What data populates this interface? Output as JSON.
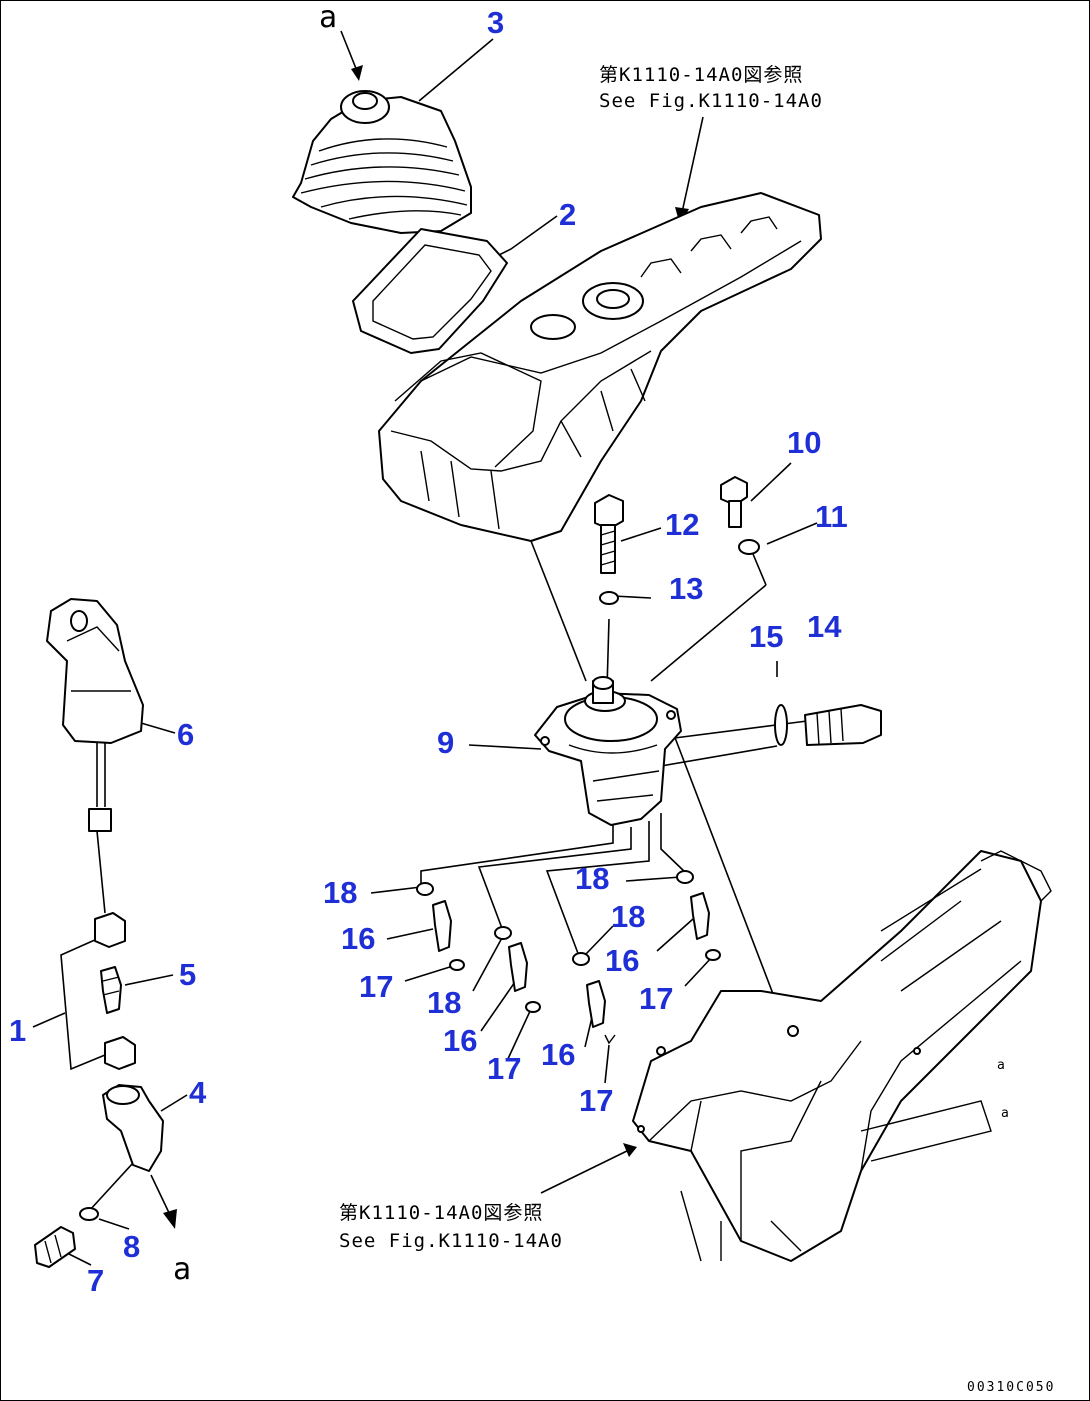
{
  "labels": {
    "n1": "1",
    "n2": "2",
    "n3": "3",
    "n4": "4",
    "n5": "5",
    "n6": "6",
    "n7": "7",
    "n8": "8",
    "n9": "9",
    "n10": "10",
    "n11": "11",
    "n12": "12",
    "n13": "13",
    "n14": "14",
    "n15": "15",
    "n16a": "16",
    "n16b": "16",
    "n16c": "16",
    "n16d": "16",
    "n17a": "17",
    "n17b": "17",
    "n17c": "17",
    "n17d": "17",
    "n18a": "18",
    "n18b": "18",
    "n18c": "18",
    "n18d": "18"
  },
  "markers": {
    "a_top": "a",
    "a_bottom": "a",
    "a_frame_1": "a",
    "a_frame_2": "a"
  },
  "notes": {
    "top_jp": "第K1110-14A0図参照",
    "top_en": "See Fig.K1110-14A0",
    "bottom_jp": "第K1110-14A0図参照",
    "bottom_en": "See Fig.K1110-14A0"
  },
  "footer": {
    "code": "00310C050"
  },
  "colors": {
    "callout": "#1f2fd6",
    "line": "#000000"
  }
}
